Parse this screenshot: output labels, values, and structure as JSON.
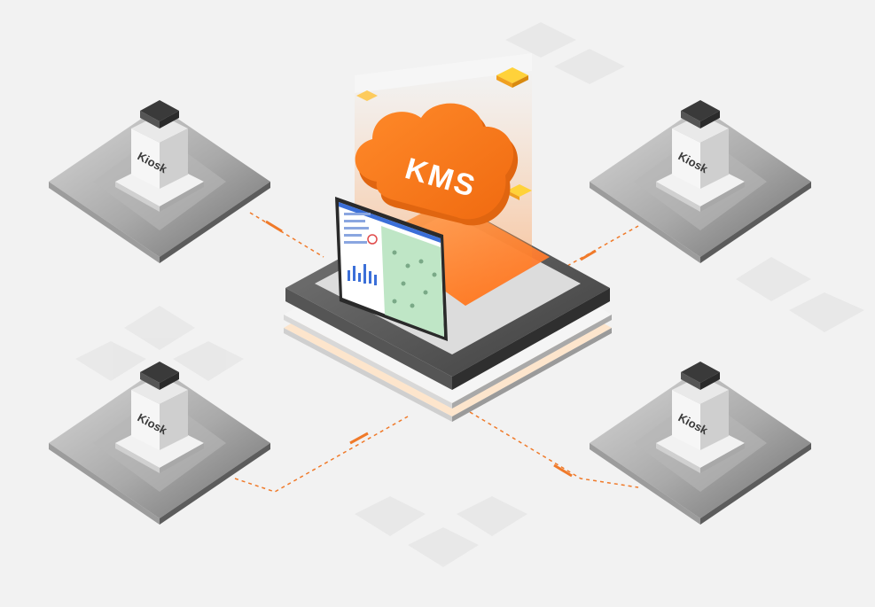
{
  "center": {
    "label": "KMS",
    "accent_color": "#ff7a1a"
  },
  "kiosks": [
    {
      "label": "Kiosk",
      "id": "top-left"
    },
    {
      "label": "Kiosk",
      "id": "top-right"
    },
    {
      "label": "Kiosk",
      "id": "bottom-left"
    },
    {
      "label": "Kiosk",
      "id": "bottom-right"
    }
  ],
  "connector_color": "#f07a2a",
  "icons": {
    "cloud": "cloud-icon",
    "tablet": "tablet-dashboard-icon",
    "kiosk": "kiosk-terminal-icon"
  }
}
